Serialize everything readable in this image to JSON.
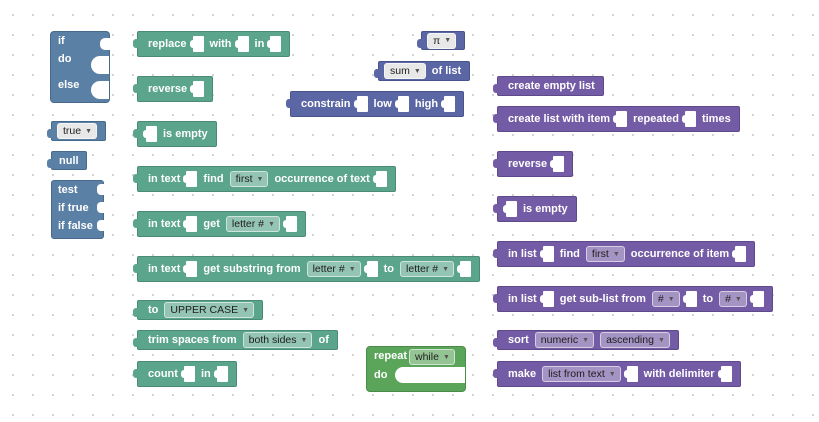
{
  "logic": {
    "if": {
      "if": "if",
      "do": "do",
      "else": "else"
    },
    "boolean": {
      "value": "true"
    },
    "null": "null",
    "ternary": {
      "test": "test",
      "if_true": "if true",
      "if_false": "if false"
    }
  },
  "text": {
    "replace": {
      "a": "replace",
      "b": "with",
      "c": "in"
    },
    "reverse": "reverse",
    "is_empty": "is empty",
    "find": {
      "a": "in text",
      "b": "find",
      "dropdown": "first",
      "c": "occurrence of text"
    },
    "get": {
      "a": "in text",
      "b": "get",
      "dropdown": "letter #"
    },
    "substring": {
      "a": "in text",
      "b": "get substring from",
      "dropdown1": "letter #",
      "c": "to",
      "dropdown2": "letter #"
    },
    "case": {
      "a": "to",
      "dropdown": "UPPER CASE"
    },
    "trim": {
      "a": "trim spaces from",
      "dropdown": "both sides",
      "b": "of"
    },
    "count": {
      "a": "count",
      "b": "in"
    }
  },
  "math": {
    "constant": {
      "dropdown": "π"
    },
    "on_list": {
      "dropdown": "sum",
      "label": "of list"
    },
    "constrain": {
      "a": "constrain",
      "b": "low",
      "c": "high"
    }
  },
  "loop": {
    "repeat": "repeat",
    "dropdown": "while",
    "do": "do"
  },
  "lists": {
    "create_empty": "create empty list",
    "repeat": {
      "a": "create list with item",
      "b": "repeated",
      "c": "times"
    },
    "reverse": "reverse",
    "is_empty": "is empty",
    "index_of": {
      "a": "in list",
      "b": "find",
      "dropdown": "first",
      "c": "occurrence of item"
    },
    "sublist": {
      "a": "in list",
      "b": "get sub-list from",
      "dropdown1": "#",
      "c": "to",
      "dropdown2": "#"
    },
    "sort": {
      "a": "sort",
      "dropdown1": "numeric",
      "dropdown2": "ascending"
    },
    "split": {
      "a": "make",
      "dropdown": "list from text",
      "b": "with delimiter"
    }
  },
  "colors": {
    "logic": "#5b80a5",
    "text": "#5ba58c",
    "math": "#5b67a5",
    "lists": "#745ba5",
    "loops": "#5ba55b"
  },
  "icons": {
    "dropdown": "triangle-down"
  }
}
